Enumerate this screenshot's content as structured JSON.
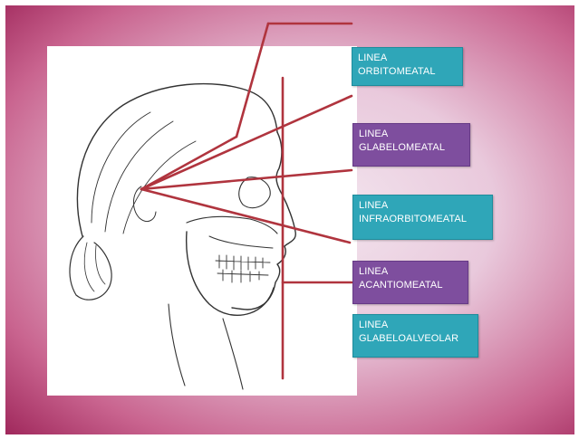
{
  "colors": {
    "line": "#b0343e",
    "label_teal": "#2fa6b8",
    "label_purple": "#7e4e9e",
    "frame": "#b53a72"
  },
  "labels": [
    {
      "line1": "LINEA",
      "line2": "ORBITOMEATAL",
      "color": "teal"
    },
    {
      "line1": "LINEA",
      "line2": "GLABELOMEATAL",
      "color": "purple"
    },
    {
      "line1": "LINEA",
      "line2": "INFRAORBITOMEATAL",
      "color": "teal"
    },
    {
      "line1": "LINEA",
      "line2": "ACANTIOMEATAL",
      "color": "purple"
    },
    {
      "line1": "LINEA",
      "line2": "GLABELOALVEOLAR",
      "color": "teal"
    }
  ]
}
